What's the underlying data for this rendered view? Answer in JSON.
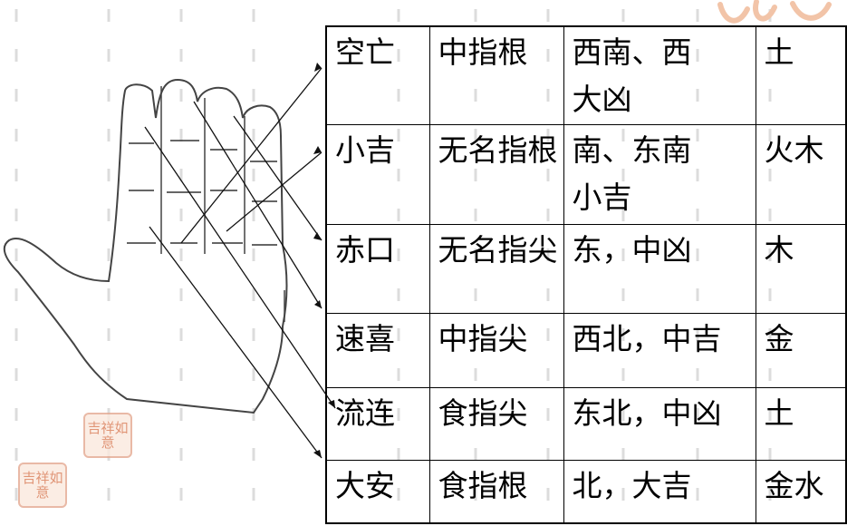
{
  "table": {
    "rows": [
      {
        "position": "空亡",
        "finger": "中指根",
        "direction": "西南、西",
        "fortune": "大凶",
        "element": "土"
      },
      {
        "position": "小吉",
        "finger": "无名指根",
        "direction": "南、东南",
        "fortune": "小吉",
        "element": "火木"
      },
      {
        "position": "赤口",
        "finger": "无名指尖",
        "direction": "东，中凶",
        "fortune": "",
        "element": "木"
      },
      {
        "position": "速喜",
        "finger": "中指尖",
        "direction": "西北，中吉",
        "fortune": "",
        "element": "金"
      },
      {
        "position": "流连",
        "finger": "食指尖",
        "direction": "东北，中凶",
        "fortune": "",
        "element": "土"
      },
      {
        "position": "大安",
        "finger": "食指根",
        "direction": "北，大吉",
        "fortune": "",
        "element": "金水"
      }
    ]
  },
  "seals": {
    "text": "吉祥如意"
  },
  "colors": {
    "seal": "#d97b55",
    "line": "#000000",
    "guide": "#d8d8d8"
  }
}
